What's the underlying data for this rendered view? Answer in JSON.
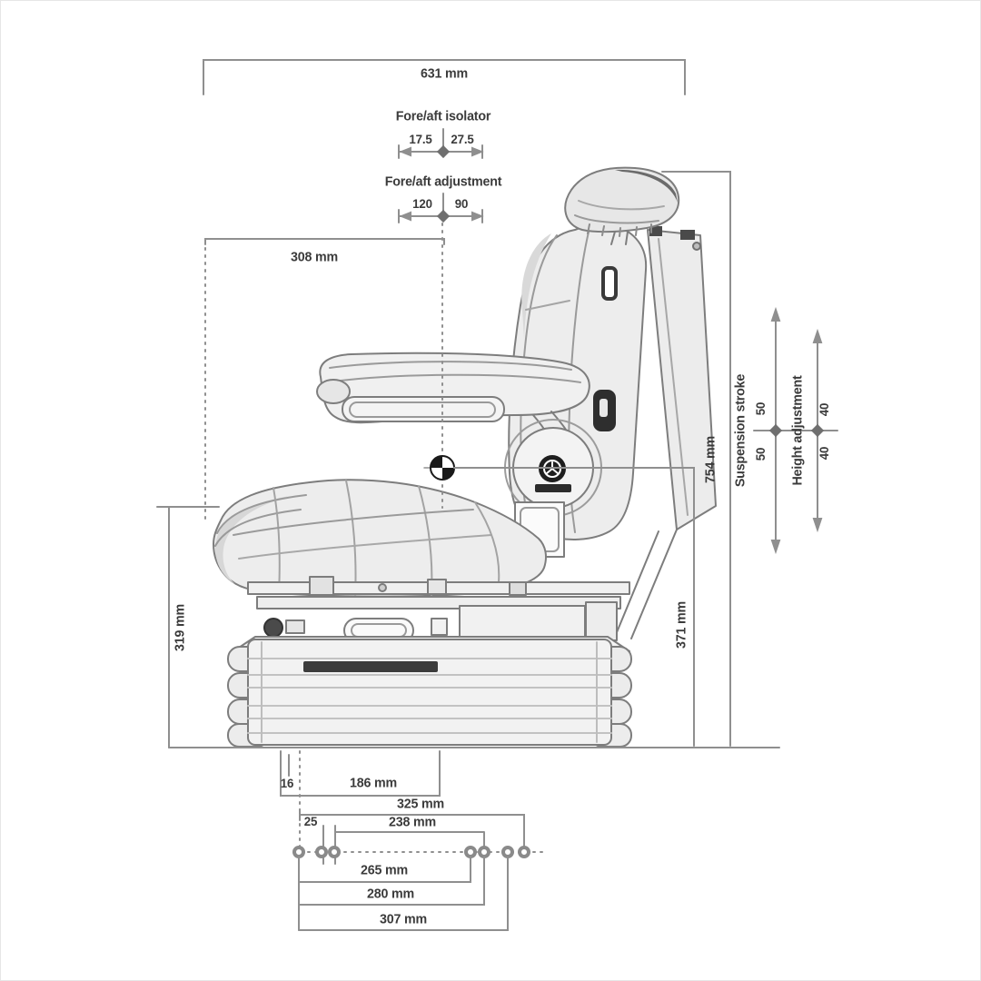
{
  "drawing": {
    "title_hint": "seat dimension diagram",
    "colors": {
      "dimension_line": "#8f8f8f",
      "seat_outline": "#7a7a7a",
      "text": "#3b3b3b",
      "dark_detail": "#2e2e2e",
      "fill_light": "#efefef"
    },
    "dims": {
      "overall_width": "631 mm",
      "fore_aft_isolator_label": "Fore/aft isolator",
      "fore_aft_isolator_left": "17.5",
      "fore_aft_isolator_right": "27.5",
      "fore_aft_adjustment_label": "Fore/aft adjustment",
      "fore_aft_adjustment_left": "120",
      "fore_aft_adjustment_right": "90",
      "upper_depth": "308 mm",
      "overall_height": "754 mm",
      "sip_height": "371 mm",
      "cushion_height": "319 mm",
      "suspension_stroke_label": "Suspension stroke",
      "suspension_stroke_up": "50",
      "suspension_stroke_down": "50",
      "height_adjustment_label": "Height adjustment",
      "height_adjustment_up": "40",
      "height_adjustment_down": "40",
      "base_offset": "16",
      "base_length": "186 mm",
      "mount_width_325": "325 mm",
      "hole_offset_25": "25",
      "hole_spacing_238": "238 mm",
      "hole_spacing_265": "265 mm",
      "hole_spacing_280": "280 mm",
      "hole_spacing_307": "307 mm"
    }
  }
}
